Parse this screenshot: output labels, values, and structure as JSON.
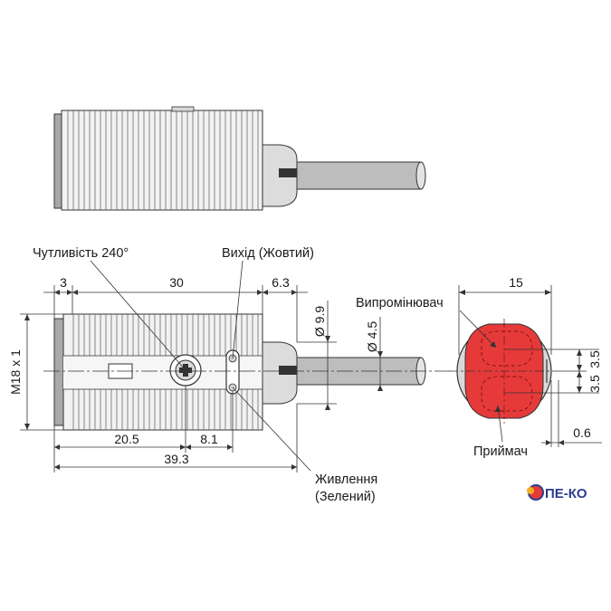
{
  "labels": {
    "sensitivity": "Чутливість 240°",
    "output": "Вихід (Жовтий)",
    "power_line1": "Живлення",
    "power_line2": "(Зелений)",
    "emitter": "Випромінювач",
    "receiver": "Приймач"
  },
  "dimensions": {
    "d3": "3",
    "d30": "30",
    "d6_3": "6.3",
    "d15": "15",
    "dia9_9": "Ø 9.9",
    "dia4_5": "Ø 4.5",
    "m18": "M18 x 1",
    "d20_5": "20.5",
    "d8_1": "8.1",
    "d39_3": "39.3",
    "d3_5_top": "3.5",
    "d3_5_bottom": "3.5",
    "d0_6": "0.6"
  },
  "logo": {
    "text": "ПЕ-КО"
  },
  "colors": {
    "lens_red": "#e63a3a",
    "body_grey": "#c9c9c9",
    "line": "#1a1a1a",
    "logo_blue": "#2b3d8f"
  }
}
